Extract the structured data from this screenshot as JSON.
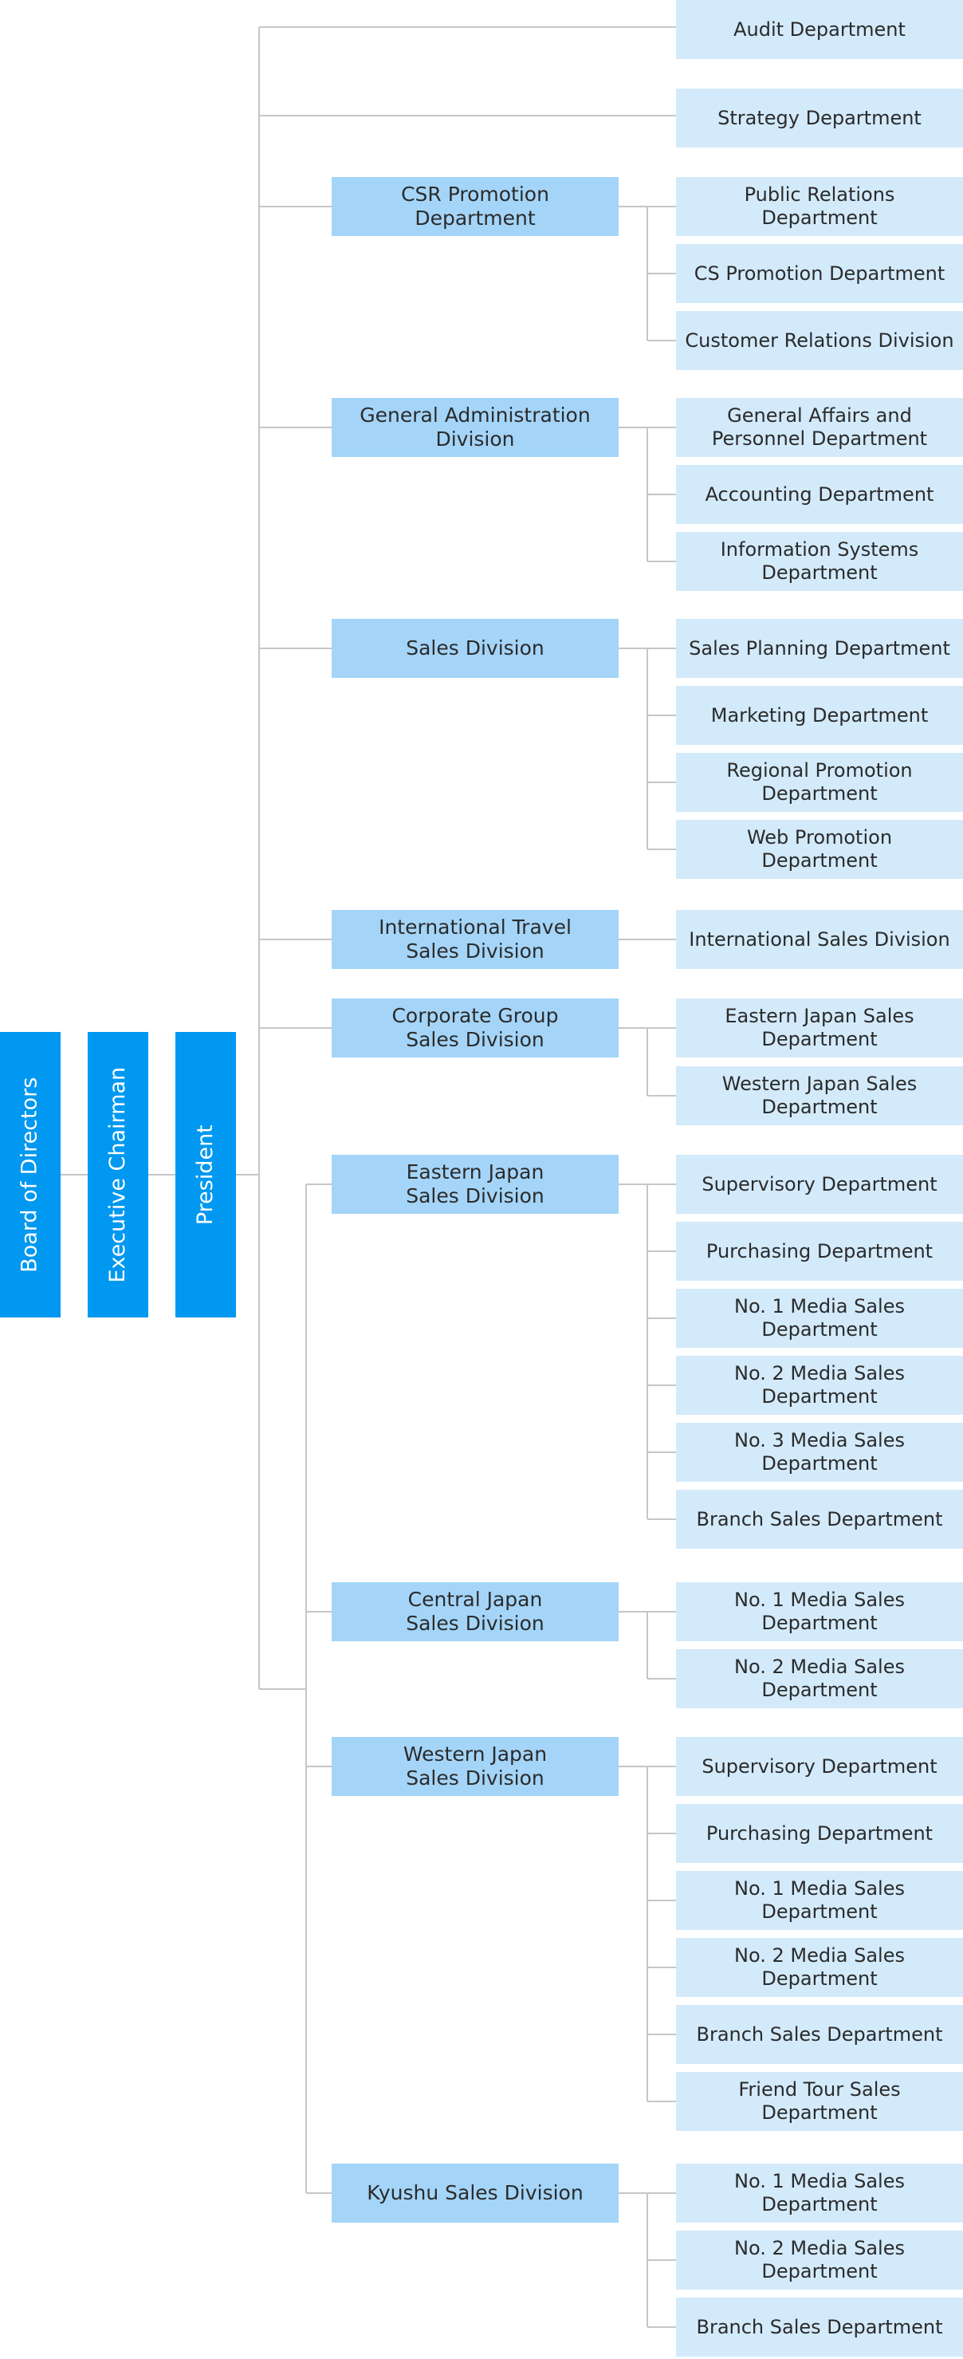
{
  "chart_data": {
    "type": "org-chart",
    "root": {
      "board": "Board of Directors",
      "chairman": "Executive Chairman",
      "president": "President"
    },
    "direct_departments": [
      "Audit Department",
      "Strategy Department"
    ],
    "divisions": [
      {
        "name": "CSR Promotion\nDepartment",
        "children": [
          "Public Relations\nDepartment",
          "CS Promotion Department",
          "Customer Relations Division"
        ]
      },
      {
        "name": "General Administration\nDivision",
        "children": [
          "General Affairs and\nPersonnel Department",
          "Accounting Department",
          "Information Systems\nDepartment"
        ]
      },
      {
        "name": "Sales Division",
        "children": [
          "Sales Planning Department",
          "Marketing Department",
          "Regional Promotion\nDepartment",
          "Web Promotion\nDepartment"
        ]
      },
      {
        "name": "International Travel\nSales Division",
        "children": [
          "International Sales Division"
        ]
      },
      {
        "name": "Corporate Group\nSales Division",
        "children": [
          "Eastern Japan Sales\nDepartment",
          "Western Japan Sales\nDepartment"
        ]
      },
      {
        "name": "Eastern Japan\nSales Division",
        "children": [
          "Supervisory Department",
          "Purchasing Department",
          "No. 1 Media Sales\nDepartment",
          "No. 2 Media Sales\nDepartment",
          "No. 3 Media Sales\nDepartment",
          "Branch Sales Department"
        ]
      },
      {
        "name": "Central Japan\nSales Division",
        "children": [
          "No. 1 Media Sales\nDepartment",
          "No. 2 Media Sales\nDepartment"
        ]
      },
      {
        "name": "Western Japan\nSales Division",
        "children": [
          "Supervisory Department",
          "Purchasing Department",
          "No. 1 Media Sales\nDepartment",
          "No. 2 Media Sales\nDepartment",
          "Branch Sales Department",
          "Friend Tour Sales\nDepartment"
        ]
      },
      {
        "name": "Kyushu Sales Division",
        "children": [
          "No. 1 Media Sales\nDepartment",
          "No. 2 Media Sales\nDepartment",
          "Branch Sales Department"
        ]
      }
    ]
  },
  "colors": {
    "top_box": "#0098f0",
    "mid_box": "#a4d5f8",
    "leaf_box": "#d3eafb",
    "connector": "#c6c6c6"
  }
}
